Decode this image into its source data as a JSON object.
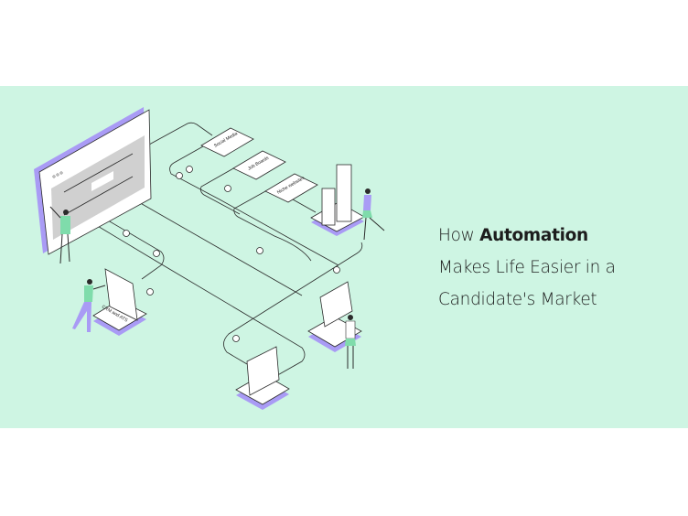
{
  "headline": {
    "line1_prefix": "How",
    "line1_bold": "Automation",
    "line2": "Makes Life Easier in a",
    "line3": "Candidate's Market"
  },
  "illustration": {
    "labels": [
      "Social Media",
      "Job Boards",
      "Niche websites",
      "CRM and ATS"
    ]
  },
  "colors": {
    "background": "#cef5e3",
    "accent_purple": "#a99bf5",
    "accent_green": "#7fdcab"
  }
}
